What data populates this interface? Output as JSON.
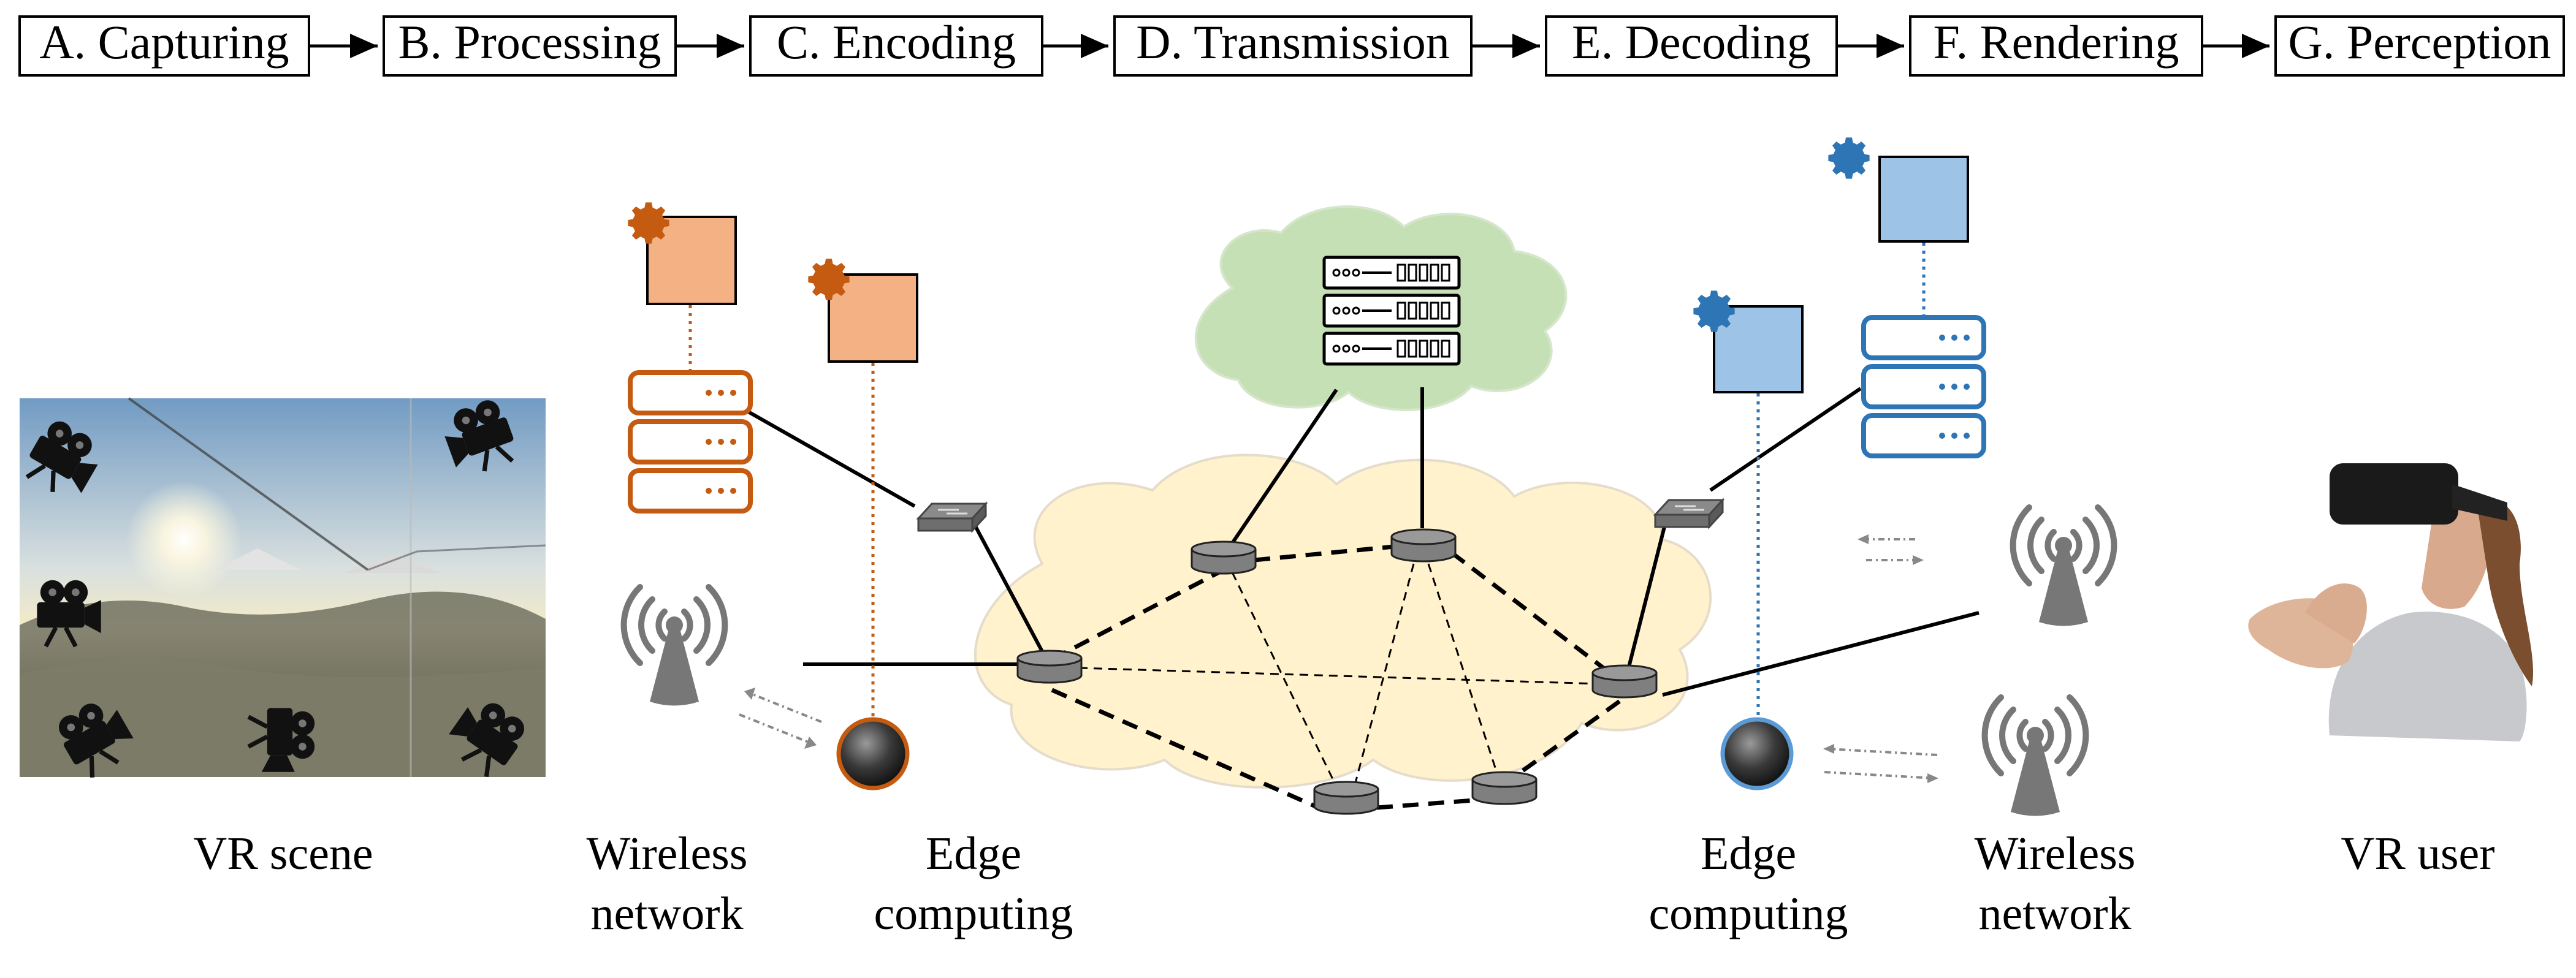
{
  "pipeline": {
    "stages": [
      {
        "label": "A. Capturing"
      },
      {
        "label": "B. Processing"
      },
      {
        "label": "C. Encoding"
      },
      {
        "label": "D. Transmission"
      },
      {
        "label": "E. Decoding"
      },
      {
        "label": "F. Rendering"
      },
      {
        "label": "G. Perception"
      }
    ]
  },
  "captions": {
    "vr_scene": "VR scene",
    "wireless_left_1": "Wireless",
    "wireless_left_2": "network",
    "edge_left_1": "Edge",
    "edge_left_2": "computing",
    "edge_right_1": "Edge",
    "edge_right_2": "computing",
    "wireless_right_1": "Wireless",
    "wireless_right_2": "network",
    "vr_user": "VR user"
  },
  "colors": {
    "orange_accent": "#c55a11",
    "orange_fill": "#f4b183",
    "blue_accent": "#2e75b6",
    "blue_fill": "#9dc3e6",
    "cloud_core": "#fff2cc",
    "cloud_top": "#c5e0b4",
    "router_gray": "#7f7f7f"
  },
  "icons": {
    "camera": "video-camera-icon",
    "gear": "gear-icon",
    "server": "server-rack-icon",
    "router": "router-icon",
    "switch": "network-switch-icon",
    "antenna": "wireless-antenna-icon",
    "edge_node": "edge-node-sphere-icon",
    "headset_user": "vr-headset-user-icon"
  }
}
